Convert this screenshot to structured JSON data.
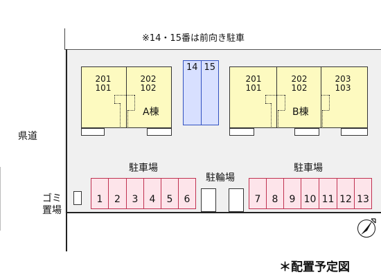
{
  "note": "※14・15番は前向き駐車",
  "road_label": "県道",
  "trash_label": [
    "ゴミ",
    "置場"
  ],
  "building_a": {
    "name": "A棟",
    "units": [
      {
        "top": "201",
        "bottom": "101"
      },
      {
        "top": "202",
        "bottom": "102"
      }
    ]
  },
  "building_b": {
    "name": "B棟",
    "units": [
      {
        "top": "201",
        "bottom": "101"
      },
      {
        "top": "202",
        "bottom": "102"
      },
      {
        "top": "203",
        "bottom": "103"
      }
    ]
  },
  "vertical_spaces": [
    "14",
    "15"
  ],
  "parking_label_left": "駐車場",
  "parking_label_right": "駐車場",
  "bicycle_label": "駐輪場",
  "parking_left": [
    "1",
    "2",
    "3",
    "4",
    "5",
    "6"
  ],
  "parking_right": [
    "7",
    "8",
    "9",
    "10",
    "11",
    "12",
    "13"
  ],
  "legend": "＊配置予定図",
  "colors": {
    "building": "#fdfac0",
    "parking": "#fde4ea",
    "parking_border": "#c03050",
    "vertical_parking": "#d8e0ff",
    "vertical_border": "#3050c0"
  },
  "icons": [
    "compass-icon"
  ]
}
